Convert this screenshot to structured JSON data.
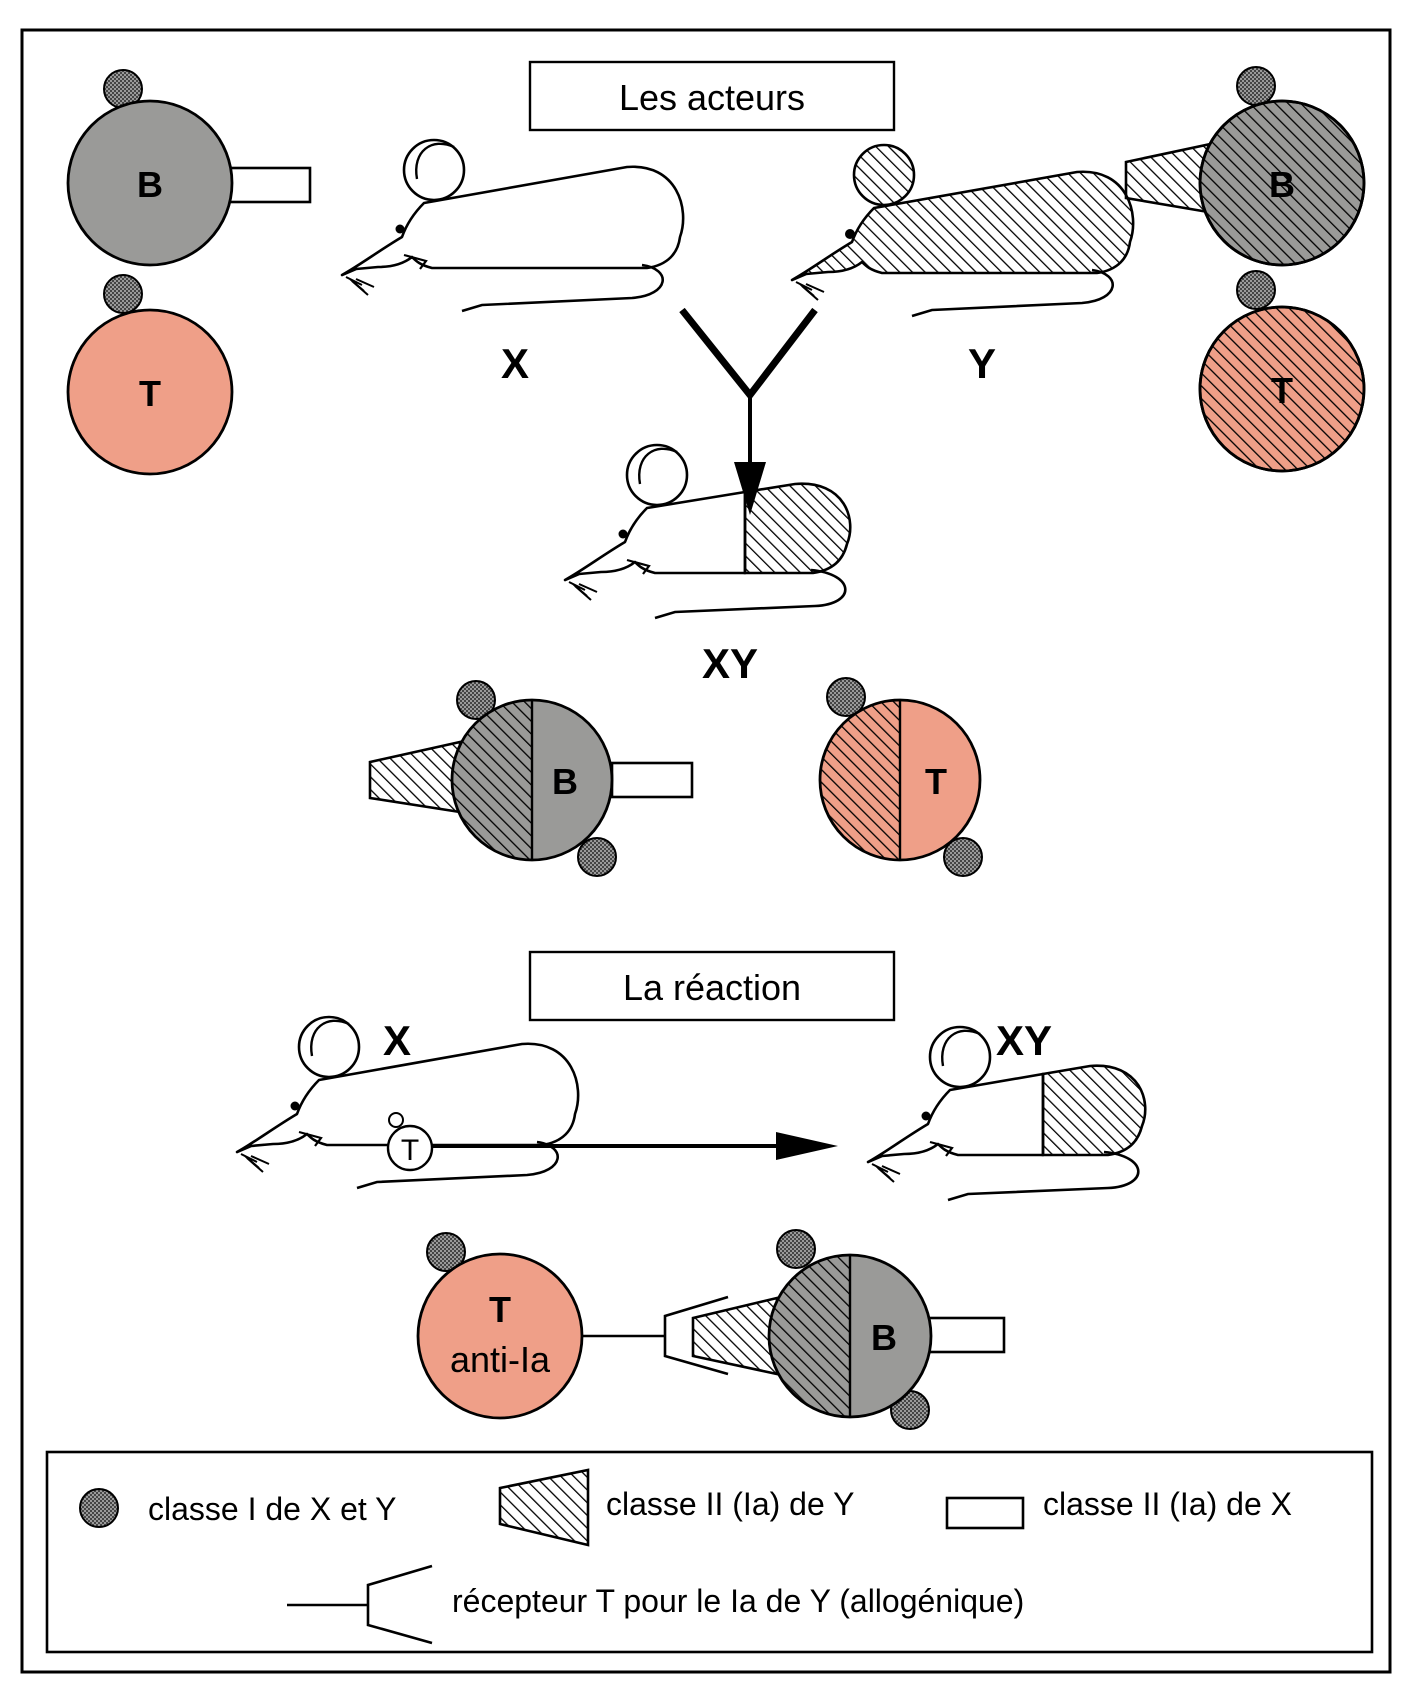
{
  "section1_title": "Les acteurs",
  "section2_title": "La réaction",
  "cell_labels": {
    "b": "B",
    "t": "T",
    "t_mini": "T",
    "t_anti_line1": "T",
    "t_anti_line2": "anti-Ia"
  },
  "mouse_labels": {
    "x": "X",
    "y": "Y",
    "xy": "XY",
    "reaction_x": "X",
    "reaction_xy": "XY"
  },
  "legend": {
    "class1": "classe I de X et Y",
    "class2_y": "classe II (Ia) de Y",
    "class2_x": "classe II (Ia) de X",
    "receptor": "récepteur T pour le Ia de Y (allogénique)"
  },
  "colors": {
    "b_cell": "#9a9a98",
    "t_cell": "#ef9f88",
    "dot": "#707070",
    "line": "#000000"
  }
}
